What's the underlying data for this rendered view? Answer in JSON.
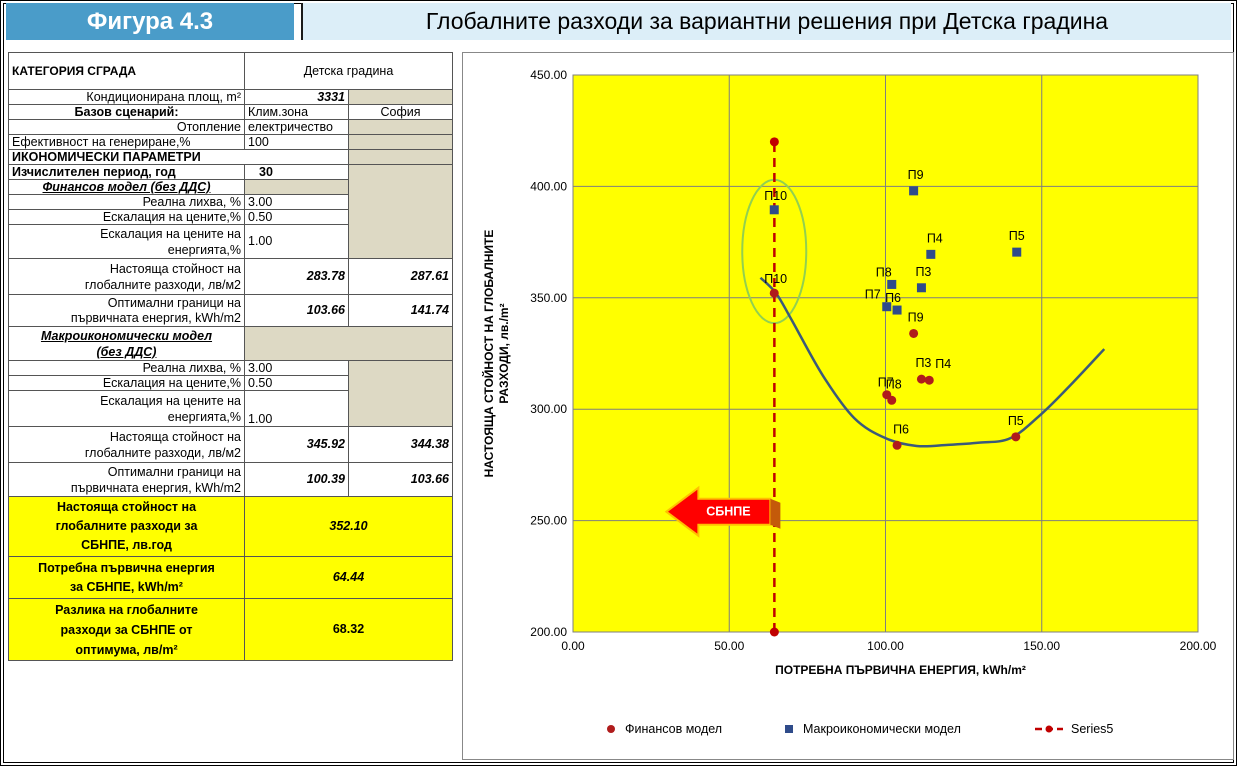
{
  "figure": {
    "label": "Фигура 4.3",
    "title": "Глобалните разходи за вариантни решения при Детска градина"
  },
  "table": {
    "category_label": "КАТЕГОРИЯ СГРАДА",
    "category_value": "Детска градина",
    "area_label": "Кондиционирана площ, m²",
    "area_value": "3331",
    "base_label": "Базов сценарий:",
    "base_zone": "Клим.зона",
    "base_city": "София",
    "heating_label": "Отопление",
    "heating_value": "електричество",
    "gen_eff_label": "Ефективност на генериране,%",
    "gen_eff_value": "100",
    "econ_header": "ИКОНОМИЧЕСКИ ПАРАМЕТРИ",
    "period_label": "Изчислителен период, год",
    "period_value": "30",
    "fin_header": "Финансов модел (без ДДС)",
    "fin_rate_label": "Реална лихва, %",
    "fin_rate_value": "3.00",
    "fin_esc_label": "Ескалация на цените,%",
    "fin_esc_value": "0.50",
    "fin_energy_esc_label1": "Ескалация на цените на",
    "fin_energy_esc_label2": "енергията,%",
    "fin_energy_esc_value": "1.00",
    "fin_npv_label1": "Настояща стойност на",
    "fin_npv_label2": "глобалните разходи, лв/м2",
    "fin_npv_value1": "283.78",
    "fin_npv_value2": "287.61",
    "fin_opt_label1": "Оптимални граници на",
    "fin_opt_label2": "първичната енергия, kWh/m2",
    "fin_opt_value1": "103.66",
    "fin_opt_value2": "141.74",
    "macro_header1": "Макроикономически модел",
    "macro_header2": "(без ДДС)",
    "macro_rate_label": "Реална лихва, %",
    "macro_rate_value": "3.00",
    "macro_esc_label": "Ескалация на цените,%",
    "macro_esc_value": "0.50",
    "macro_energy_esc_label1": "Ескалация на цените на",
    "macro_energy_esc_label2": "енергията,%",
    "macro_energy_esc_value": "1.00",
    "macro_npv_label1": "Настояща стойност на",
    "macro_npv_label2": "глобалните разходи, лв/м2",
    "macro_npv_value1": "345.92",
    "macro_npv_value2": "344.38",
    "macro_opt_label1": "Оптимални граници на",
    "macro_opt_label2": "първичната енергия, kWh/m2",
    "macro_opt_value1": "100.39",
    "macro_opt_value2": "103.66",
    "sbnpe_cost_label1": "Настояща стойност на",
    "sbnpe_cost_label2": "глобалните разходи за",
    "sbnpe_cost_label3": "СБНПЕ, лв.год",
    "sbnpe_cost_value": "352.10",
    "sbnpe_energy_label1": "Потребна първична енергия",
    "sbnpe_energy_label2": "за СБНПЕ, kWh/m²",
    "sbnpe_energy_value": "64.44",
    "diff_label1": "Разлика на глобалните",
    "diff_label2": "разходи за СБНПЕ от",
    "diff_label3": "оптимума, лв/m²",
    "diff_value": "68.32"
  },
  "chart_data": {
    "type": "scatter",
    "xlabel": "ПОТРЕБНА ПЪРВИЧНА ЕНЕРГИЯ, kWh/m²",
    "ylabel_line1": "НАСТОЯЩА СТОЙНОСТ НА ГЛОБАЛНИТЕ",
    "ylabel_line2": "РАЗХОДИ, лв./m²",
    "xlim": [
      0,
      200
    ],
    "ylim": [
      200,
      450
    ],
    "x_ticks": [
      "0.00",
      "50.00",
      "100.00",
      "150.00",
      "200.00"
    ],
    "y_ticks": [
      "200.00",
      "250.00",
      "300.00",
      "350.00",
      "400.00",
      "450.00"
    ],
    "grid": true,
    "plot_background": "#ffff00",
    "legend_position": "bottom",
    "series": [
      {
        "name": "Финансов модел",
        "marker": "circle",
        "color": "#b01c1c",
        "points": [
          {
            "label": "П10",
            "x": 64.4,
            "y": 352.1
          },
          {
            "label": "П9",
            "x": 109,
            "y": 334
          },
          {
            "label": "П3",
            "x": 111.5,
            "y": 313.5
          },
          {
            "label": "П4",
            "x": 114,
            "y": 313
          },
          {
            "label": "П7",
            "x": 100.4,
            "y": 306.5
          },
          {
            "label": "П8",
            "x": 102,
            "y": 304
          },
          {
            "label": "П6",
            "x": 103.7,
            "y": 283.8
          },
          {
            "label": "П5",
            "x": 141.7,
            "y": 287.6
          }
        ]
      },
      {
        "name": "Макроикономически модел",
        "marker": "square",
        "color": "#2f4b8a",
        "points": [
          {
            "label": "П10",
            "x": 64.4,
            "y": 389.5
          },
          {
            "label": "П9",
            "x": 109,
            "y": 398
          },
          {
            "label": "П4",
            "x": 114.5,
            "y": 369.5
          },
          {
            "label": "П5",
            "x": 142,
            "y": 370.5
          },
          {
            "label": "П8",
            "x": 102,
            "y": 356
          },
          {
            "label": "П3",
            "x": 111.5,
            "y": 354.5
          },
          {
            "label": "П7",
            "x": 100.4,
            "y": 346
          },
          {
            "label": "П6",
            "x": 103.7,
            "y": 344.5
          }
        ]
      },
      {
        "name": "Series5",
        "marker": "circle-line",
        "color": "#c00000",
        "points": [
          {
            "x": 64.44,
            "y": 200
          },
          {
            "x": 64.44,
            "y": 420
          }
        ]
      }
    ],
    "trend_curve": {
      "color": "#3b5a7a",
      "points": [
        [
          60,
          359
        ],
        [
          65,
          352
        ],
        [
          70,
          340
        ],
        [
          80,
          315
        ],
        [
          90,
          296
        ],
        [
          100,
          287
        ],
        [
          110,
          283.5
        ],
        [
          120,
          284
        ],
        [
          130,
          285
        ],
        [
          140,
          287
        ],
        [
          150,
          298
        ],
        [
          160,
          312
        ],
        [
          170,
          327
        ]
      ]
    },
    "annotation": {
      "text": "СБНПЕ",
      "color": "#ff0000"
    }
  }
}
